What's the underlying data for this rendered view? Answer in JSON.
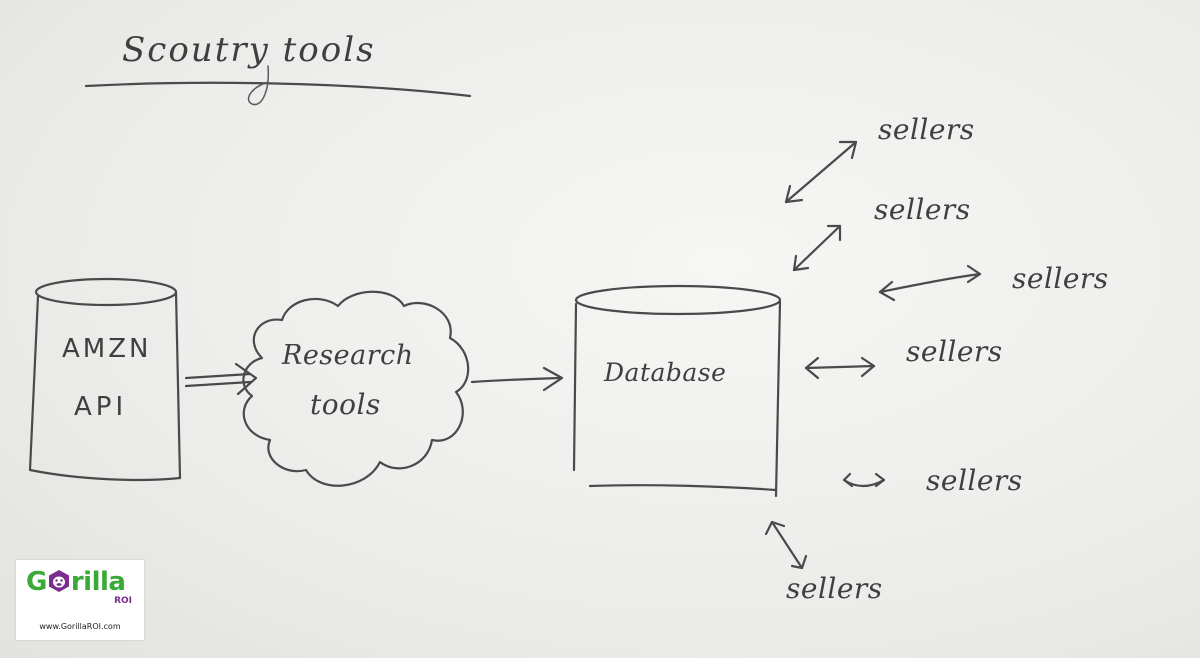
{
  "title": "Scoutry tools",
  "nodes": {
    "amzn_api": {
      "line1": "AMZN",
      "line2": "API"
    },
    "research_tools": {
      "line1": "Research",
      "line2": "tools"
    },
    "database": {
      "label": "Database"
    }
  },
  "sellers": [
    "sellers",
    "sellers",
    "sellers",
    "sellers",
    "sellers",
    "sellers"
  ],
  "logo": {
    "wordmark_start": "G",
    "wordmark_end": "rilla",
    "sub": "ROI",
    "url": "www.GorillaROI.com",
    "colors": {
      "green": "#3aa935",
      "purple": "#7a2c8f"
    }
  },
  "colors": {
    "pencil": "#4a4a4a",
    "paper": "#ededeb"
  }
}
